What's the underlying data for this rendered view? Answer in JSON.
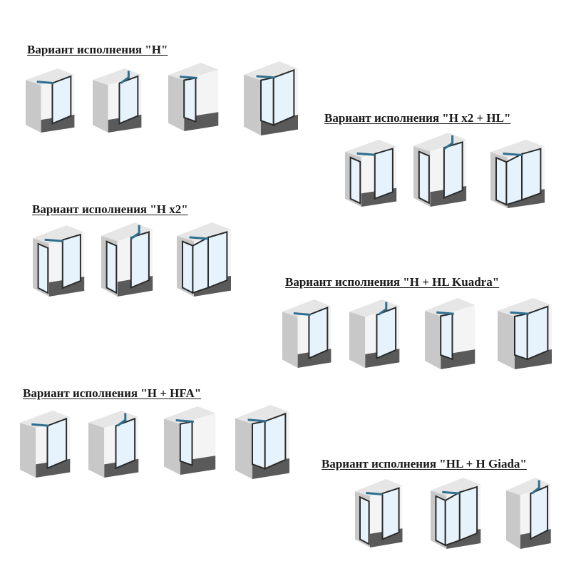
{
  "groups": [
    {
      "caption": "Вариант исполнения \"H\""
    },
    {
      "caption": "Вариант исполнения \"H x2 + HL\""
    },
    {
      "caption": "Вариант исполнения \"H x2\""
    },
    {
      "caption": "Вариант исполнения \"H + HL Kuadra\""
    },
    {
      "caption": "Вариант исполнения \"H + HFA\""
    },
    {
      "caption": "Вариант исполнения \"HL + H Giada\""
    }
  ],
  "colors": {
    "wall_side": "#c8c8c8",
    "wall_face": "#e6e6e6",
    "floor": "#5a5a5a",
    "glass": "#e6f3fc",
    "frame": "#2b2b2b",
    "bar": "#2f6f8f"
  }
}
